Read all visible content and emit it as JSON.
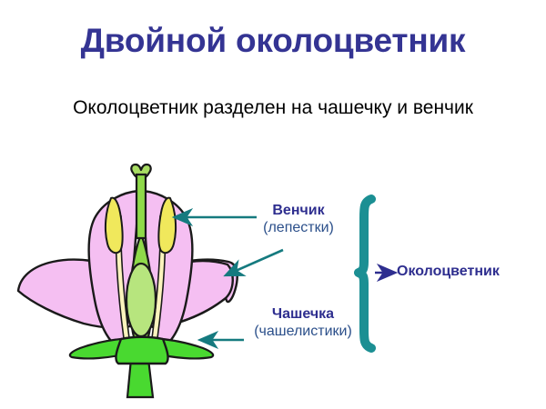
{
  "slide": {
    "title": "Двойной околоцветник",
    "subtitle": "Околоцветник разделен на чашечку и венчик",
    "background_color": "#ffffff"
  },
  "callouts": [
    {
      "id": "venchik",
      "main_label": "Венчик",
      "sub_label": "(лепестки)",
      "pointer": "arrow-left",
      "target": "petals"
    },
    {
      "id": "chashechka",
      "main_label": "Чашечка",
      "sub_label": "(чашелистики)",
      "pointer": "arrow-left",
      "target": "sepals"
    }
  ],
  "bracket_label": "Околоцветник",
  "colors": {
    "title": "#343493",
    "subtitle": "#000000",
    "callout_main": "#2e2e8f",
    "callout_sub": "#2b4f8a",
    "accent_teal": "#157a7f",
    "petal_pink": "#f5bff2",
    "petal_outline": "#1a1a1a",
    "pistil_green": "#8fd94a",
    "sepal_green": "#49d930",
    "anther_yellow": "#f0e85c"
  },
  "diagram": {
    "name": "flower-longitudinal-section",
    "parts": [
      {
        "name": "stigma",
        "color": "#a8dd63"
      },
      {
        "name": "style",
        "color": "#8fd94a"
      },
      {
        "name": "ovary",
        "color": "#8fd94a"
      },
      {
        "name": "stamen-anther-left",
        "color": "#f0e85c"
      },
      {
        "name": "stamen-anther-right",
        "color": "#f0e85c"
      },
      {
        "name": "petal-upper-left",
        "color": "#f5bff2"
      },
      {
        "name": "petal-upper-right",
        "color": "#f5bff2"
      },
      {
        "name": "petal-lower-left",
        "color": "#f5bff2"
      },
      {
        "name": "petal-lower-right",
        "color": "#f5bff2"
      },
      {
        "name": "sepal-left",
        "color": "#49d930"
      },
      {
        "name": "sepal-right",
        "color": "#49d930"
      },
      {
        "name": "receptacle",
        "color": "#49d930"
      },
      {
        "name": "pedicel",
        "color": "#49d930"
      }
    ]
  }
}
